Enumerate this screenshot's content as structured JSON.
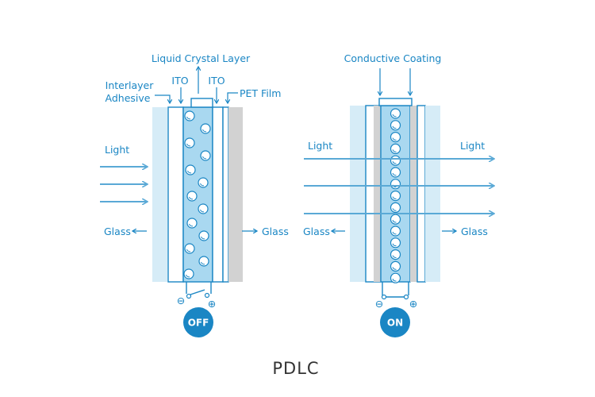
{
  "colors": {
    "accent": "#1a86c4",
    "line": "#5aa9d6",
    "glass": "#d6ecf7",
    "liquid_crystal": "#a9d8f0",
    "film": "#d2d2d2",
    "button": "#1a86c4"
  },
  "caption": "PDLC",
  "off_panel": {
    "labels": {
      "liquid_crystal_layer": "Liquid Crystal Layer",
      "ito_left": "ITO",
      "ito_right": "ITO",
      "interlayer_line1": "Interlayer",
      "interlayer_line2": "Adhesive",
      "pet_film": "PET Film",
      "light": "Light",
      "glass_left": "Glass",
      "glass_right": "Glass"
    },
    "switch": {
      "minus": "⊖",
      "plus": "⊕"
    },
    "button_label": "OFF"
  },
  "on_panel": {
    "labels": {
      "conductive_coating": "Conductive Coating",
      "light_left": "Light",
      "light_right": "Light",
      "glass_left": "Glass",
      "glass_right": "Glass"
    },
    "switch": {
      "minus": "⊖",
      "plus": "⊕"
    },
    "button_label": "ON"
  }
}
